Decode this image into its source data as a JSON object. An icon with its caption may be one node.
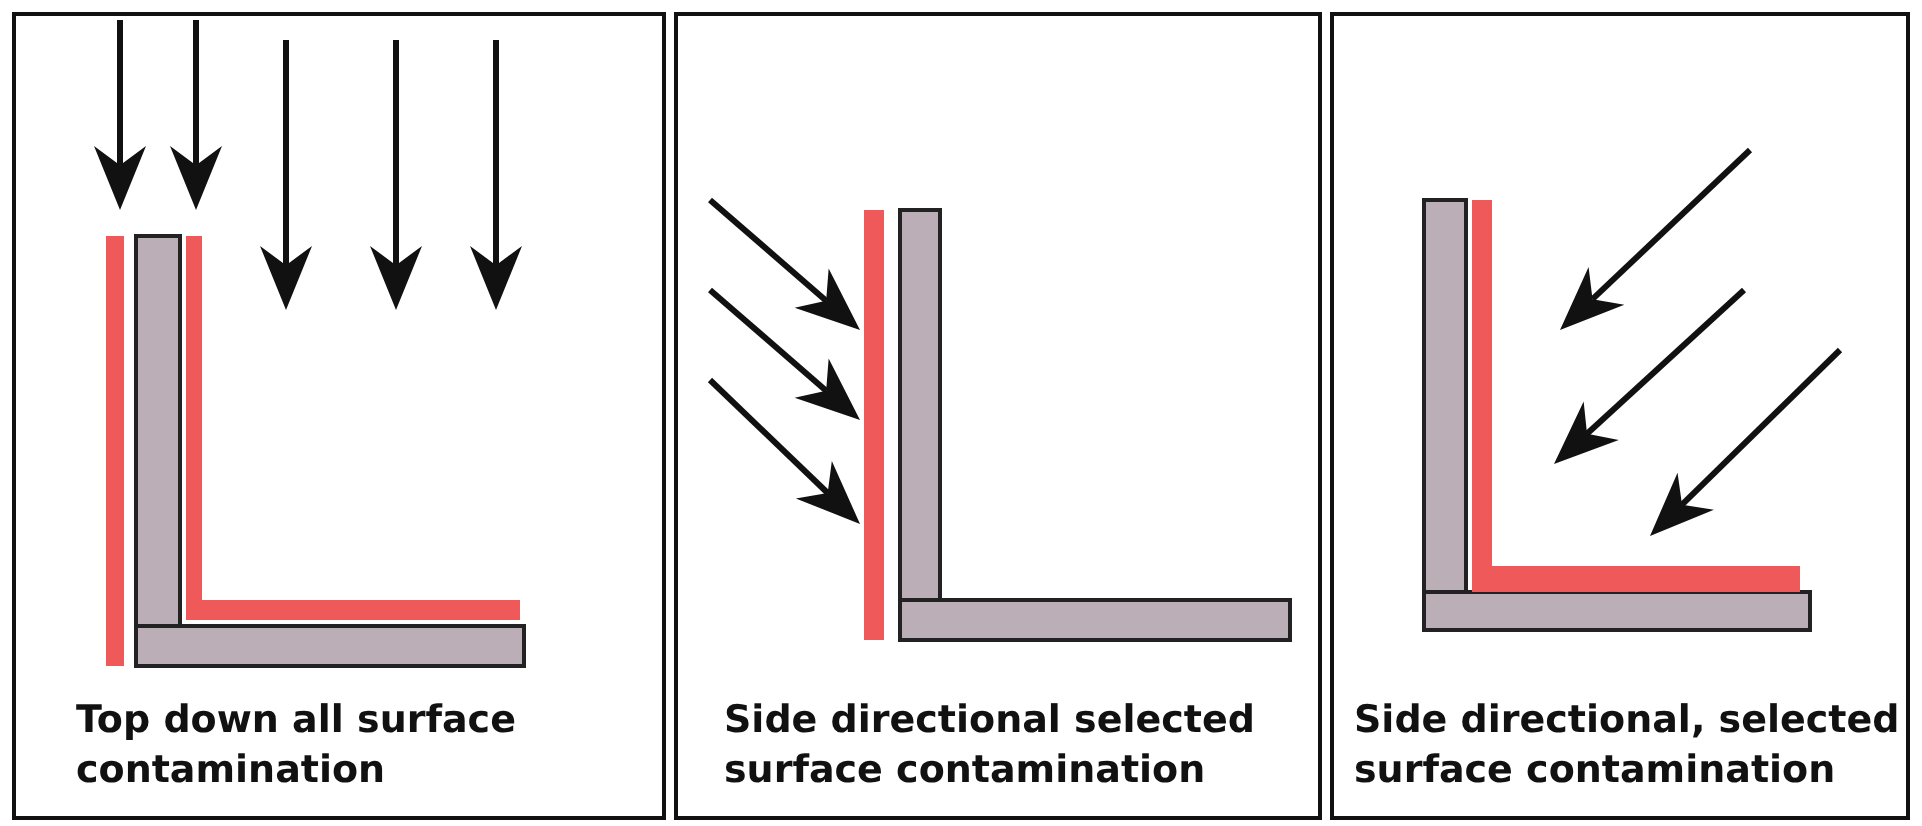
{
  "diagram": {
    "nodes": [
      {
        "text": [
          "Top down all surface contamination"
        ]
      },
      {
        "text": [
          "Side directional selected surface contamination"
        ]
      },
      {
        "text": [
          "Side directional, selected surface contamination"
        ]
      }
    ]
  }
}
